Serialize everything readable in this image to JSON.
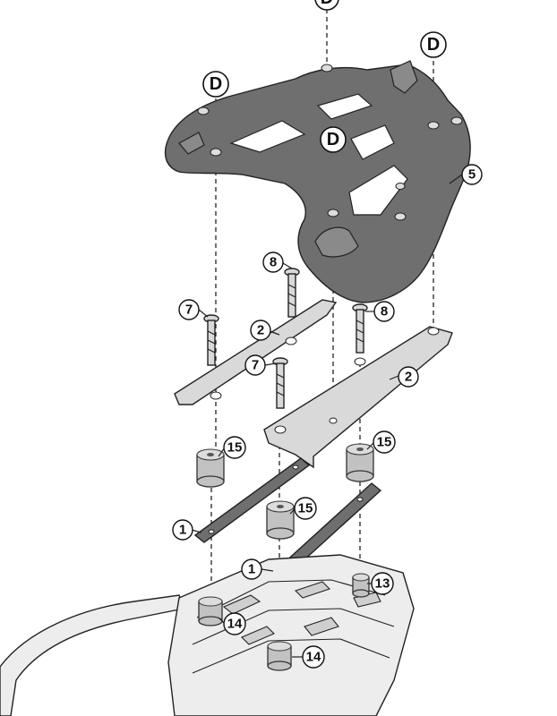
{
  "callouts": {
    "top": "D",
    "d_left": "D",
    "d_center": "D",
    "d_right": "D",
    "p5": "5",
    "p8a": "8",
    "p8b": "8",
    "p7a": "7",
    "p7b": "7",
    "p2a": "2",
    "p2b": "2",
    "p15a": "15",
    "p15b": "15",
    "p15c": "15",
    "p1a": "1",
    "p1b": "1",
    "p13": "13",
    "p14a": "14",
    "p14b": "14"
  },
  "colors": {
    "top_plate": "#6f6f6f",
    "bracket": "#d9d9d9",
    "spacer": "#c2c2c2",
    "line": "#222222"
  }
}
